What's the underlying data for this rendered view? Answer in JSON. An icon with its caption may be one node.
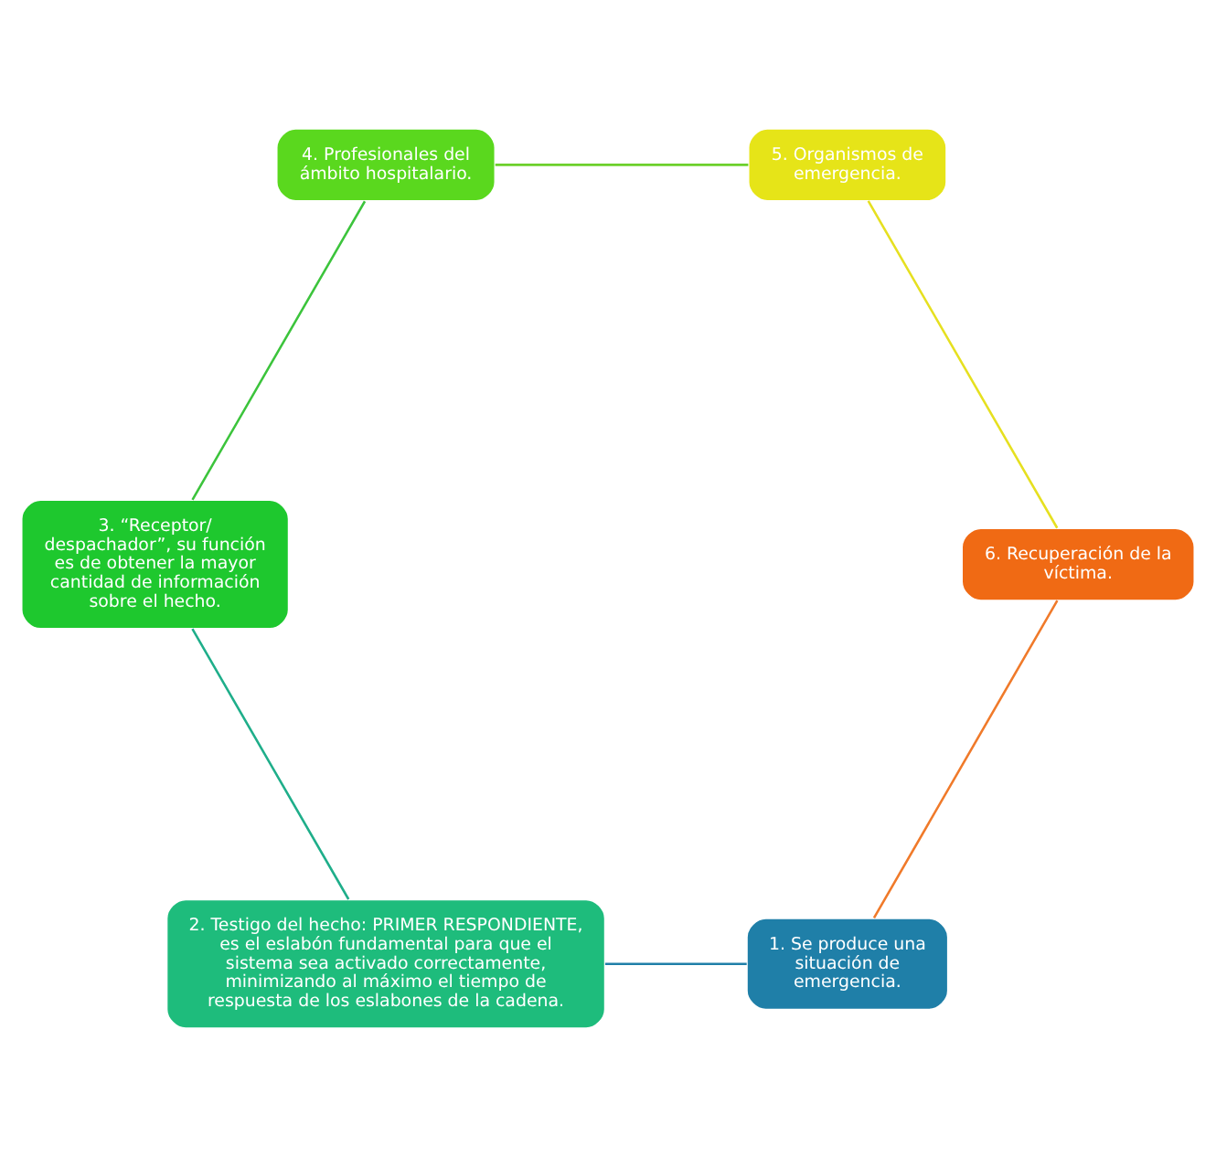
{
  "diagram": {
    "nodes": [
      {
        "text": [
          "1. Se produce una situación de emergencia."
        ]
      },
      {
        "text": [
          "2. Testigo del hecho: PRIMER RESPONDIENTE, es el eslabón fundamental para que el sistema sea activado correctamente, minimizando al máximo el tiempo de respuesta de los eslabones de la cadena."
        ]
      },
      {
        "text": [
          "3. “Receptor/ despachador”, su función es de obtener la mayor cantidad de información sobre el hecho."
        ]
      },
      {
        "text": [
          "4. Profesionales del ámbito hospitalario."
        ]
      },
      {
        "text": [
          "5. Organismos de emergencia."
        ]
      },
      {
        "text": [
          "6. Recuperación de la víctima."
        ]
      }
    ],
    "edges": [
      {
        "from": 0,
        "to": 1,
        "arrow": "none",
        "color": "#1f7fa8"
      },
      {
        "from": 1,
        "to": 2,
        "arrow": "none",
        "color": "#1fae8a"
      },
      {
        "from": 2,
        "to": 3,
        "arrow": "none",
        "color": "#3cc43c"
      },
      {
        "from": 3,
        "to": 4,
        "arrow": "none",
        "color": "#6cd02c"
      },
      {
        "from": 4,
        "to": 5,
        "arrow": "none",
        "color": "#e6e020"
      },
      {
        "from": 5,
        "to": 0,
        "arrow": "none",
        "color": "#f07a2a"
      }
    ]
  }
}
